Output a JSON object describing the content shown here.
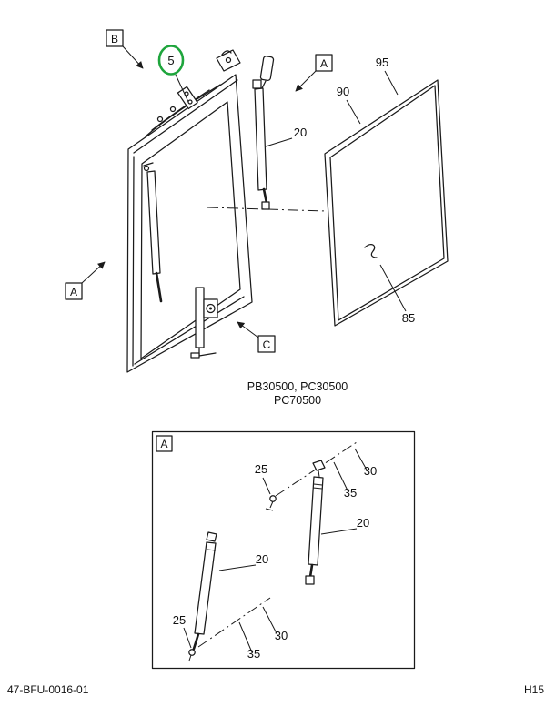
{
  "page": {
    "background": "#ffffff",
    "line_color": "#1a1a1a",
    "footer": {
      "doc_number": "47-BFU-0016-01",
      "page_ref": "H15"
    }
  },
  "main_diagram": {
    "caption_line1": "PB30500, PC30500",
    "caption_line2": "PC70500",
    "highlight_color": "#1ea53c",
    "ref_labels": {
      "b": "B",
      "a_top": "A",
      "a_left": "A",
      "c": "C"
    },
    "callouts": {
      "item_5": "5",
      "item_20": "20",
      "item_85": "85",
      "item_90": "90",
      "item_95": "95"
    }
  },
  "inset_diagram": {
    "ref_label_a": "A",
    "callouts": {
      "item_25_upper": "25",
      "item_30_upper": "30",
      "item_35_upper": "35",
      "item_20_right": "20",
      "item_20_left": "20",
      "item_25_lower": "25",
      "item_30_lower": "30",
      "item_35_lower": "35"
    }
  }
}
